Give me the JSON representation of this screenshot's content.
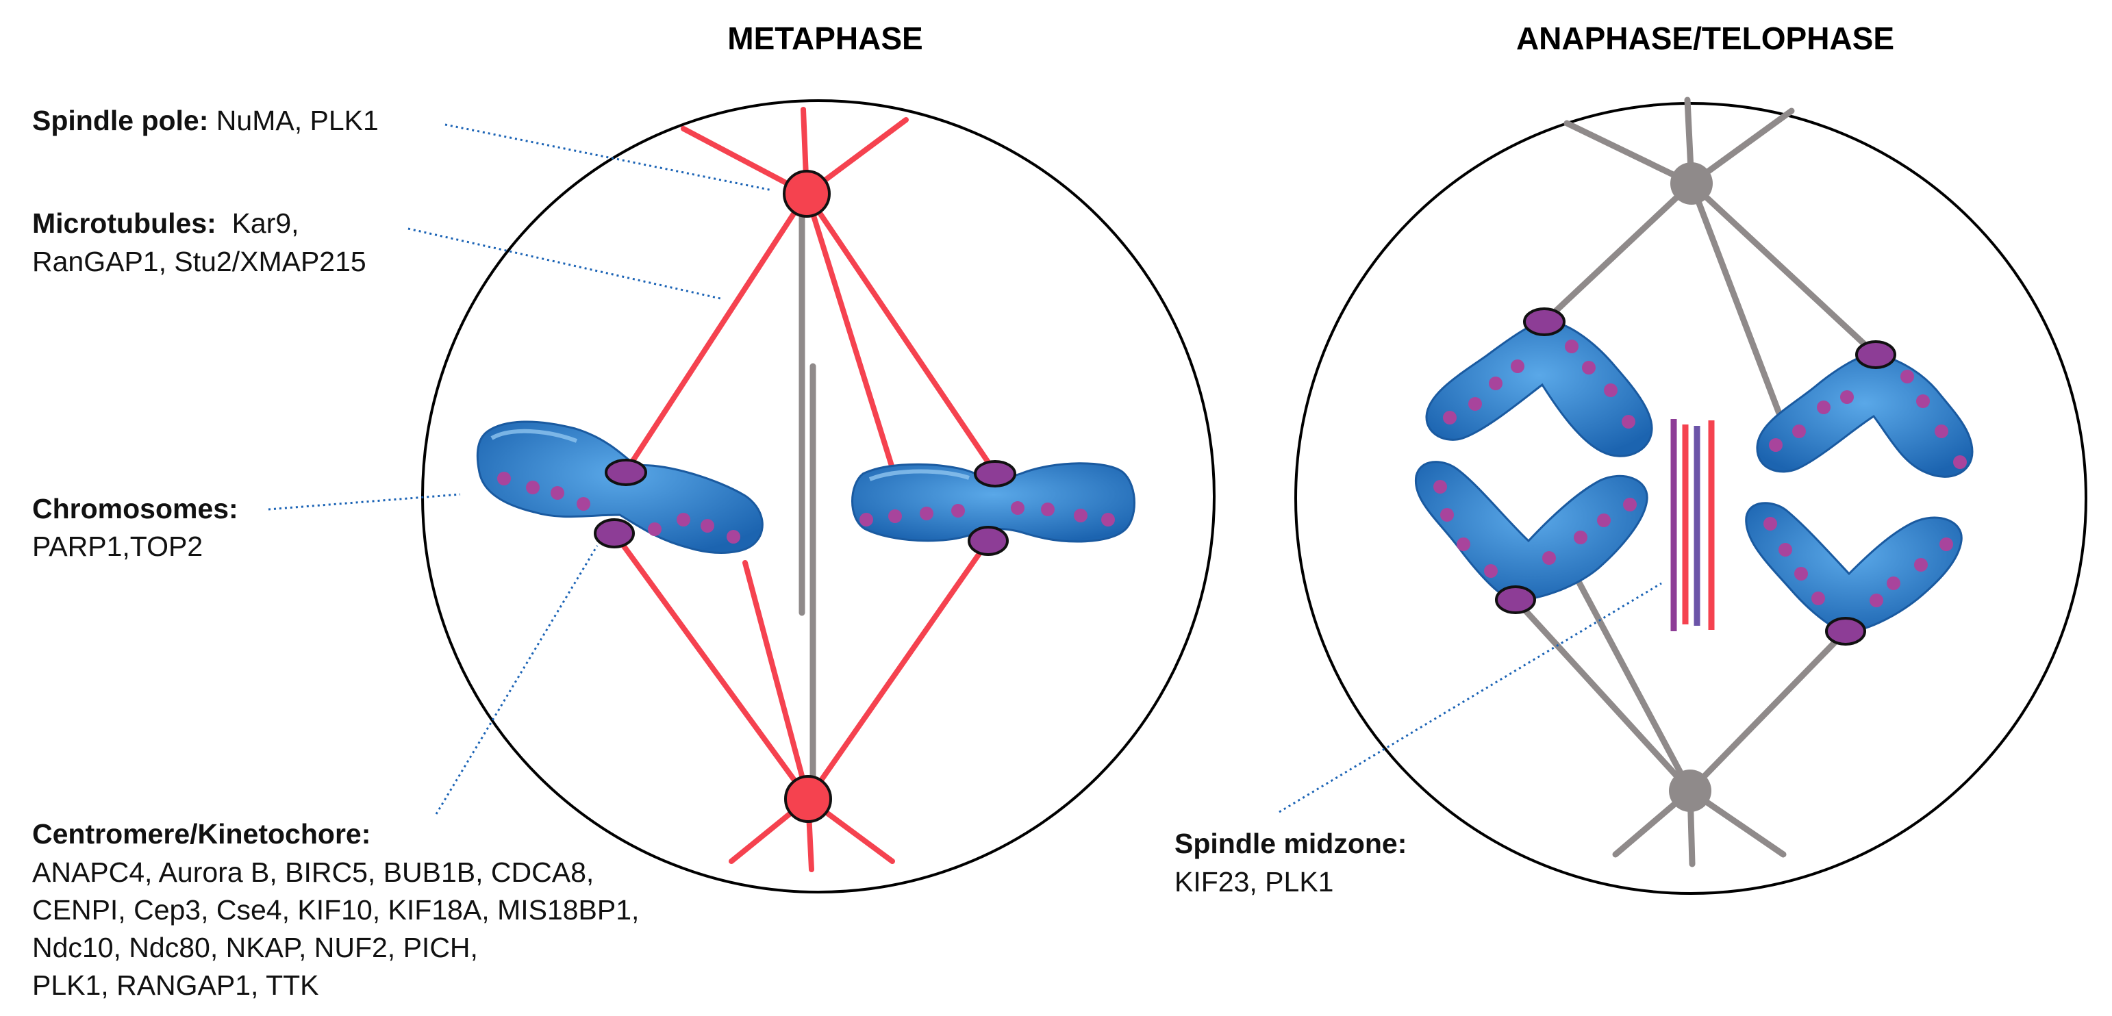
{
  "panels": {
    "metaphase": {
      "title": "METAPHASE"
    },
    "anaphase": {
      "title": "ANAPHASE/TELOPHASE"
    }
  },
  "labels": {
    "spindle_pole": {
      "name": "Spindle pole:",
      "proteins": " NuMA, PLK1"
    },
    "microtubules": {
      "name": "Microtubules:",
      "proteins": "  Kar9,",
      "line2": "RanGAP1, Stu2/XMAP215"
    },
    "chromosomes": {
      "name": "Chromosomes:",
      "line2": "PARP1,TOP2"
    },
    "centromere": {
      "name": "Centromere/Kinetochore:",
      "lines": [
        "ANAPC4, Aurora B, BIRC5, BUB1B, CDCA8,",
        "CENPI, Cep3, Cse4, KIF10, KIF18A, MIS18BP1,",
        "Ndc10, Ndc80, NKAP, NUF2, PICH,",
        "PLK1, RANGAP1, TTK"
      ]
    },
    "spindle_midzone": {
      "name": "Spindle midzone:",
      "line2": "KIF23, PLK1"
    }
  },
  "colors": {
    "active_microtubule": "#f5424f",
    "inactive_microtubule": "#8f8a8a",
    "chromosome": "#2f7cc4",
    "kinetochore": "#8d3d96",
    "leader_line": "#1b63b5"
  }
}
